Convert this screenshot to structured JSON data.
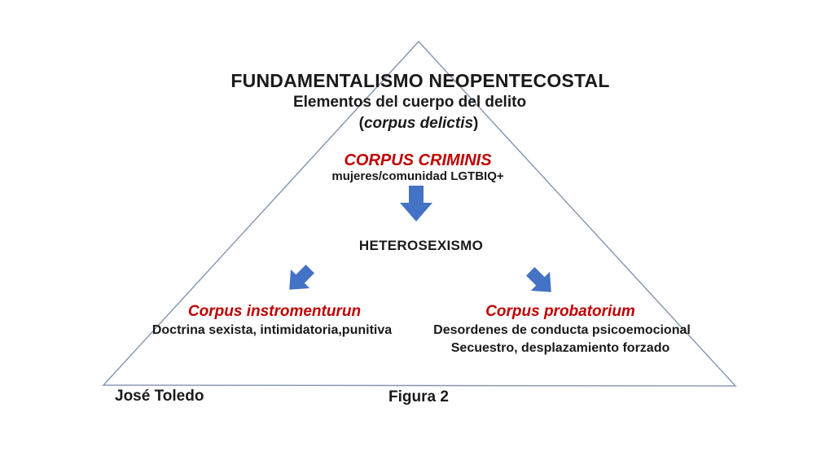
{
  "colors": {
    "accent_red": "#C00000",
    "arrow_blue": "#4472C4",
    "triangle_outline": "#8394B0",
    "text": "#1a1a1a"
  },
  "slide": {
    "title": "FUNDAMENTALISMO NEOPENTECOSTAL",
    "subtitle": "Elementos del cuerpo del delito",
    "latin_open_paren": "(",
    "latin_term": "corpus delictis",
    "latin_close_paren": ")",
    "corpus_criminis": {
      "heading": "CORPUS CRIMINIS",
      "detail": "mujeres/comunidad LGTBIQ+"
    },
    "central_concept": "HETEROSEXISMO",
    "corpus_instrumentum": {
      "heading": "Corpus instromenturun",
      "detail": "Doctrina sexista, intimidatoria,punitiva"
    },
    "corpus_probatorium": {
      "heading": "Corpus probatorium",
      "detail_line1": "Desordenes de conducta psicoemocional",
      "detail_line2": "Secuestro, desplazamiento forzado"
    },
    "author": "José Toledo",
    "figure_caption": "Figura 2"
  },
  "icons": {
    "down_arrow": "block arrow pointing down",
    "down_left_arrow": "block arrow pointing down-left",
    "down_right_arrow": "block arrow pointing down-right",
    "triangle": "large triangle outline"
  }
}
